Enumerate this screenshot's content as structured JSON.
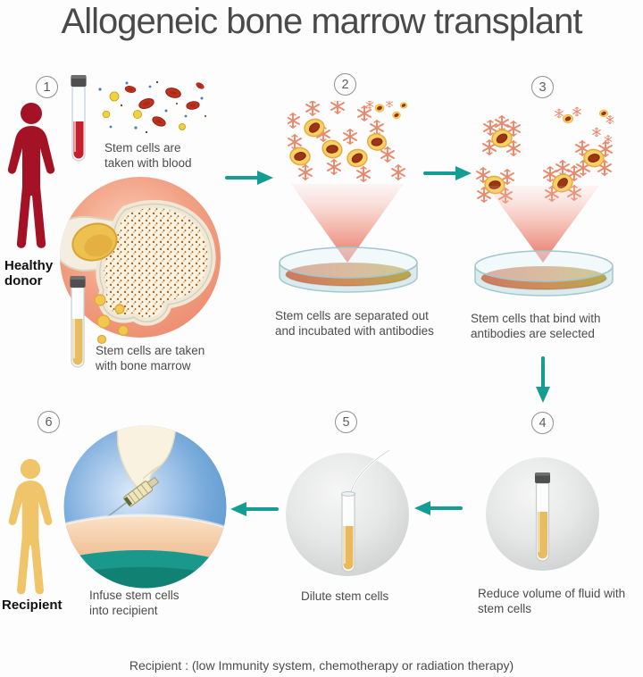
{
  "title": "Allogeneic bone marrow transplant",
  "labels": {
    "donor": "Healthy donor",
    "recipient": "Recipient"
  },
  "steps": {
    "s1": {
      "number": "1",
      "caption_blood": "Stem cells are taken with blood",
      "caption_marrow": "Stem cells are taken with bone marrow"
    },
    "s2": {
      "number": "2",
      "caption": "Stem cells are separated out and incubated with antibodies"
    },
    "s3": {
      "number": "3",
      "caption": "Stem cells that bind with antibodies are selected"
    },
    "s4": {
      "number": "4",
      "caption": "Reduce volume of fluid with stem cells"
    },
    "s5": {
      "number": "5",
      "caption": "Dilute stem cells"
    },
    "s6": {
      "number": "6",
      "caption": "Infuse stem cells into recipient"
    }
  },
  "footnote": "Recipient : (low Immunity system, chemotherapy or radiation therapy)",
  "colors": {
    "arrow_teal": "#149d95",
    "donor_red": "#a31325",
    "recipient_yellow": "#f0c468",
    "blood_red": "#c5202c",
    "marrow_amber": "#e7bc62",
    "caption_gray": "#4c4c4c",
    "petri_fluid_left": "#ce7a62",
    "petri_fluid_right": "#b5a94b",
    "injection_blue": "#5e9bd0"
  },
  "icons": {
    "right_arrow": "➤",
    "left_arrow": "➤",
    "down_arrow": "➤"
  }
}
